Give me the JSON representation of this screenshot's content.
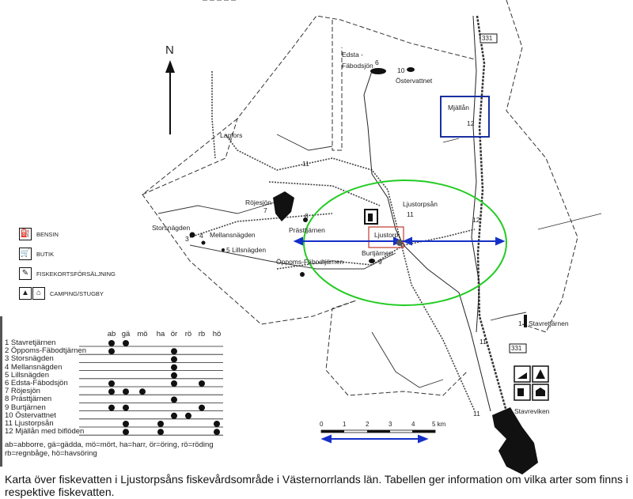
{
  "map": {
    "north_label": "N",
    "road_number": "331",
    "labels": {
      "lagfors": "Lagfors",
      "edsta_1": "Edsta -",
      "edsta_2": "Fäbodsjön",
      "n6": "6",
      "n10": "10",
      "ostervattnet": "Östervattnet",
      "mjallan": "Mjällån",
      "n12a": "12",
      "n12b": "12",
      "n11a": "11",
      "n11b": "11",
      "n11c": "11",
      "n11d": "11",
      "rojesjon": "Röjesjön",
      "n7": "7",
      "n8": "8",
      "prasttjarnen": "Prästtjärnen",
      "storsnagden": "Storsnägden",
      "n3": "3",
      "n4": "4",
      "mellansnagden": "Mellansnägden",
      "lillsnagden": "5 Lillsnägden",
      "oppoms": "Öppoms-Fäbodtjärnen",
      "ljustorp": "Ljustorp",
      "burtjarnen": "Burtjärnen",
      "n9": "9",
      "ljustorpsan": "Ljustorpsån",
      "stavretjarnen": "Stavretjärnen",
      "n1": "1",
      "stavreviken": "Stavreviken"
    },
    "scale": {
      "ticks": [
        "0",
        "1",
        "2",
        "3",
        "4",
        "5 km"
      ]
    },
    "annotation_colors": {
      "ellipse": "#22cc22",
      "arrow": "#1530c8",
      "box_blue": "#1a2fa0",
      "box_red": "#c0392b"
    }
  },
  "legend": [
    {
      "icon": "fuel-pump-icon",
      "label": "BENSIN"
    },
    {
      "icon": "shop-icon",
      "label": "BUTIK"
    },
    {
      "icon": "fishing-license-icon",
      "label": "FISKEKORTSFÖRSÄLJNING"
    },
    {
      "icon": "camping-cabin-icon",
      "label": "CAMPING/STUGBY"
    }
  ],
  "table": {
    "columns": [
      "ab",
      "gä",
      "mö",
      "ha",
      "ör",
      "rö",
      "rb",
      "hö"
    ],
    "rows": [
      {
        "name": "1 Stavretjärnen",
        "species": [
          "ab",
          "gä"
        ]
      },
      {
        "name": "2 Öppoms-Fäbodtjärnen",
        "species": [
          "ab",
          "ör"
        ]
      },
      {
        "name": "3 Storsnägden",
        "species": [
          "ör"
        ]
      },
      {
        "name": "4 Mellansnägden",
        "species": [
          "ör"
        ]
      },
      {
        "name": "5 Lillsnägden",
        "species": [
          "ör"
        ]
      },
      {
        "name": "6 Edsta-Fäbodsjön",
        "species": [
          "ab",
          "ör",
          "rb"
        ]
      },
      {
        "name": "7 Röjesjön",
        "species": [
          "ab",
          "gä",
          "mö"
        ]
      },
      {
        "name": "8 Prästtjärnen",
        "species": [
          "ör"
        ]
      },
      {
        "name": "9 Burtjärnen",
        "species": [
          "ab",
          "gä",
          "rb"
        ]
      },
      {
        "name": "10 Östervattnet",
        "species": [
          "ör",
          "rö"
        ]
      },
      {
        "name": "11 Ljustorpsån",
        "species": [
          "gä",
          "ha",
          "hö"
        ]
      },
      {
        "name": "12 Mjällån med biflöden",
        "species": [
          "gä",
          "ha",
          "hö"
        ]
      }
    ],
    "key_line1": "ab=abborre, gä=gädda, mö=mört, ha=harr, ör=öring, rö=röding",
    "key_line2": "rb=regnbåge, hö=havsöring"
  },
  "caption": "Karta över fiskevatten i Ljustorpsåns fiskevårdsområde i Västernorrlands län. Tabellen ger information om vilka arter som finns i respektive fiskevatten."
}
